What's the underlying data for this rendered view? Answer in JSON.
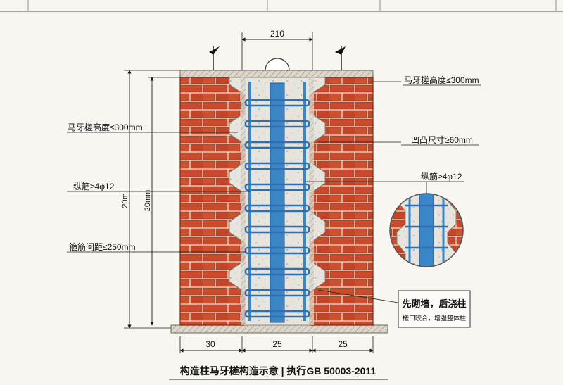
{
  "dimensions": {
    "top_width": "210",
    "left_height_outer": "20m",
    "left_height_inner": "20mm",
    "bottom_left": "30",
    "bottom_mid": "25",
    "bottom_right": "25"
  },
  "callouts": {
    "right_top": "马牙槎高度≤300mm",
    "right_bump": "凹凸尺寸≥60mm",
    "right_rebar": "纵筋≥4φ12",
    "left_height": "马牙槎高度≤300mm",
    "left_rebar": "纵筋≥4φ12",
    "left_stirrup": "箍筋间距≤250mm"
  },
  "note": {
    "title": "先砌墙，后浇柱",
    "sub": "槎口咬合，增强整体柱"
  },
  "caption": "构造柱马牙槎构造示意 | 执行GB 50003-2011",
  "colors": {
    "brick": "#c9472b",
    "mortar": "#e8d8c8",
    "concrete": "#e6e4dc",
    "rebar": "#3b86c6",
    "stirrup": "#2f6fb0"
  }
}
